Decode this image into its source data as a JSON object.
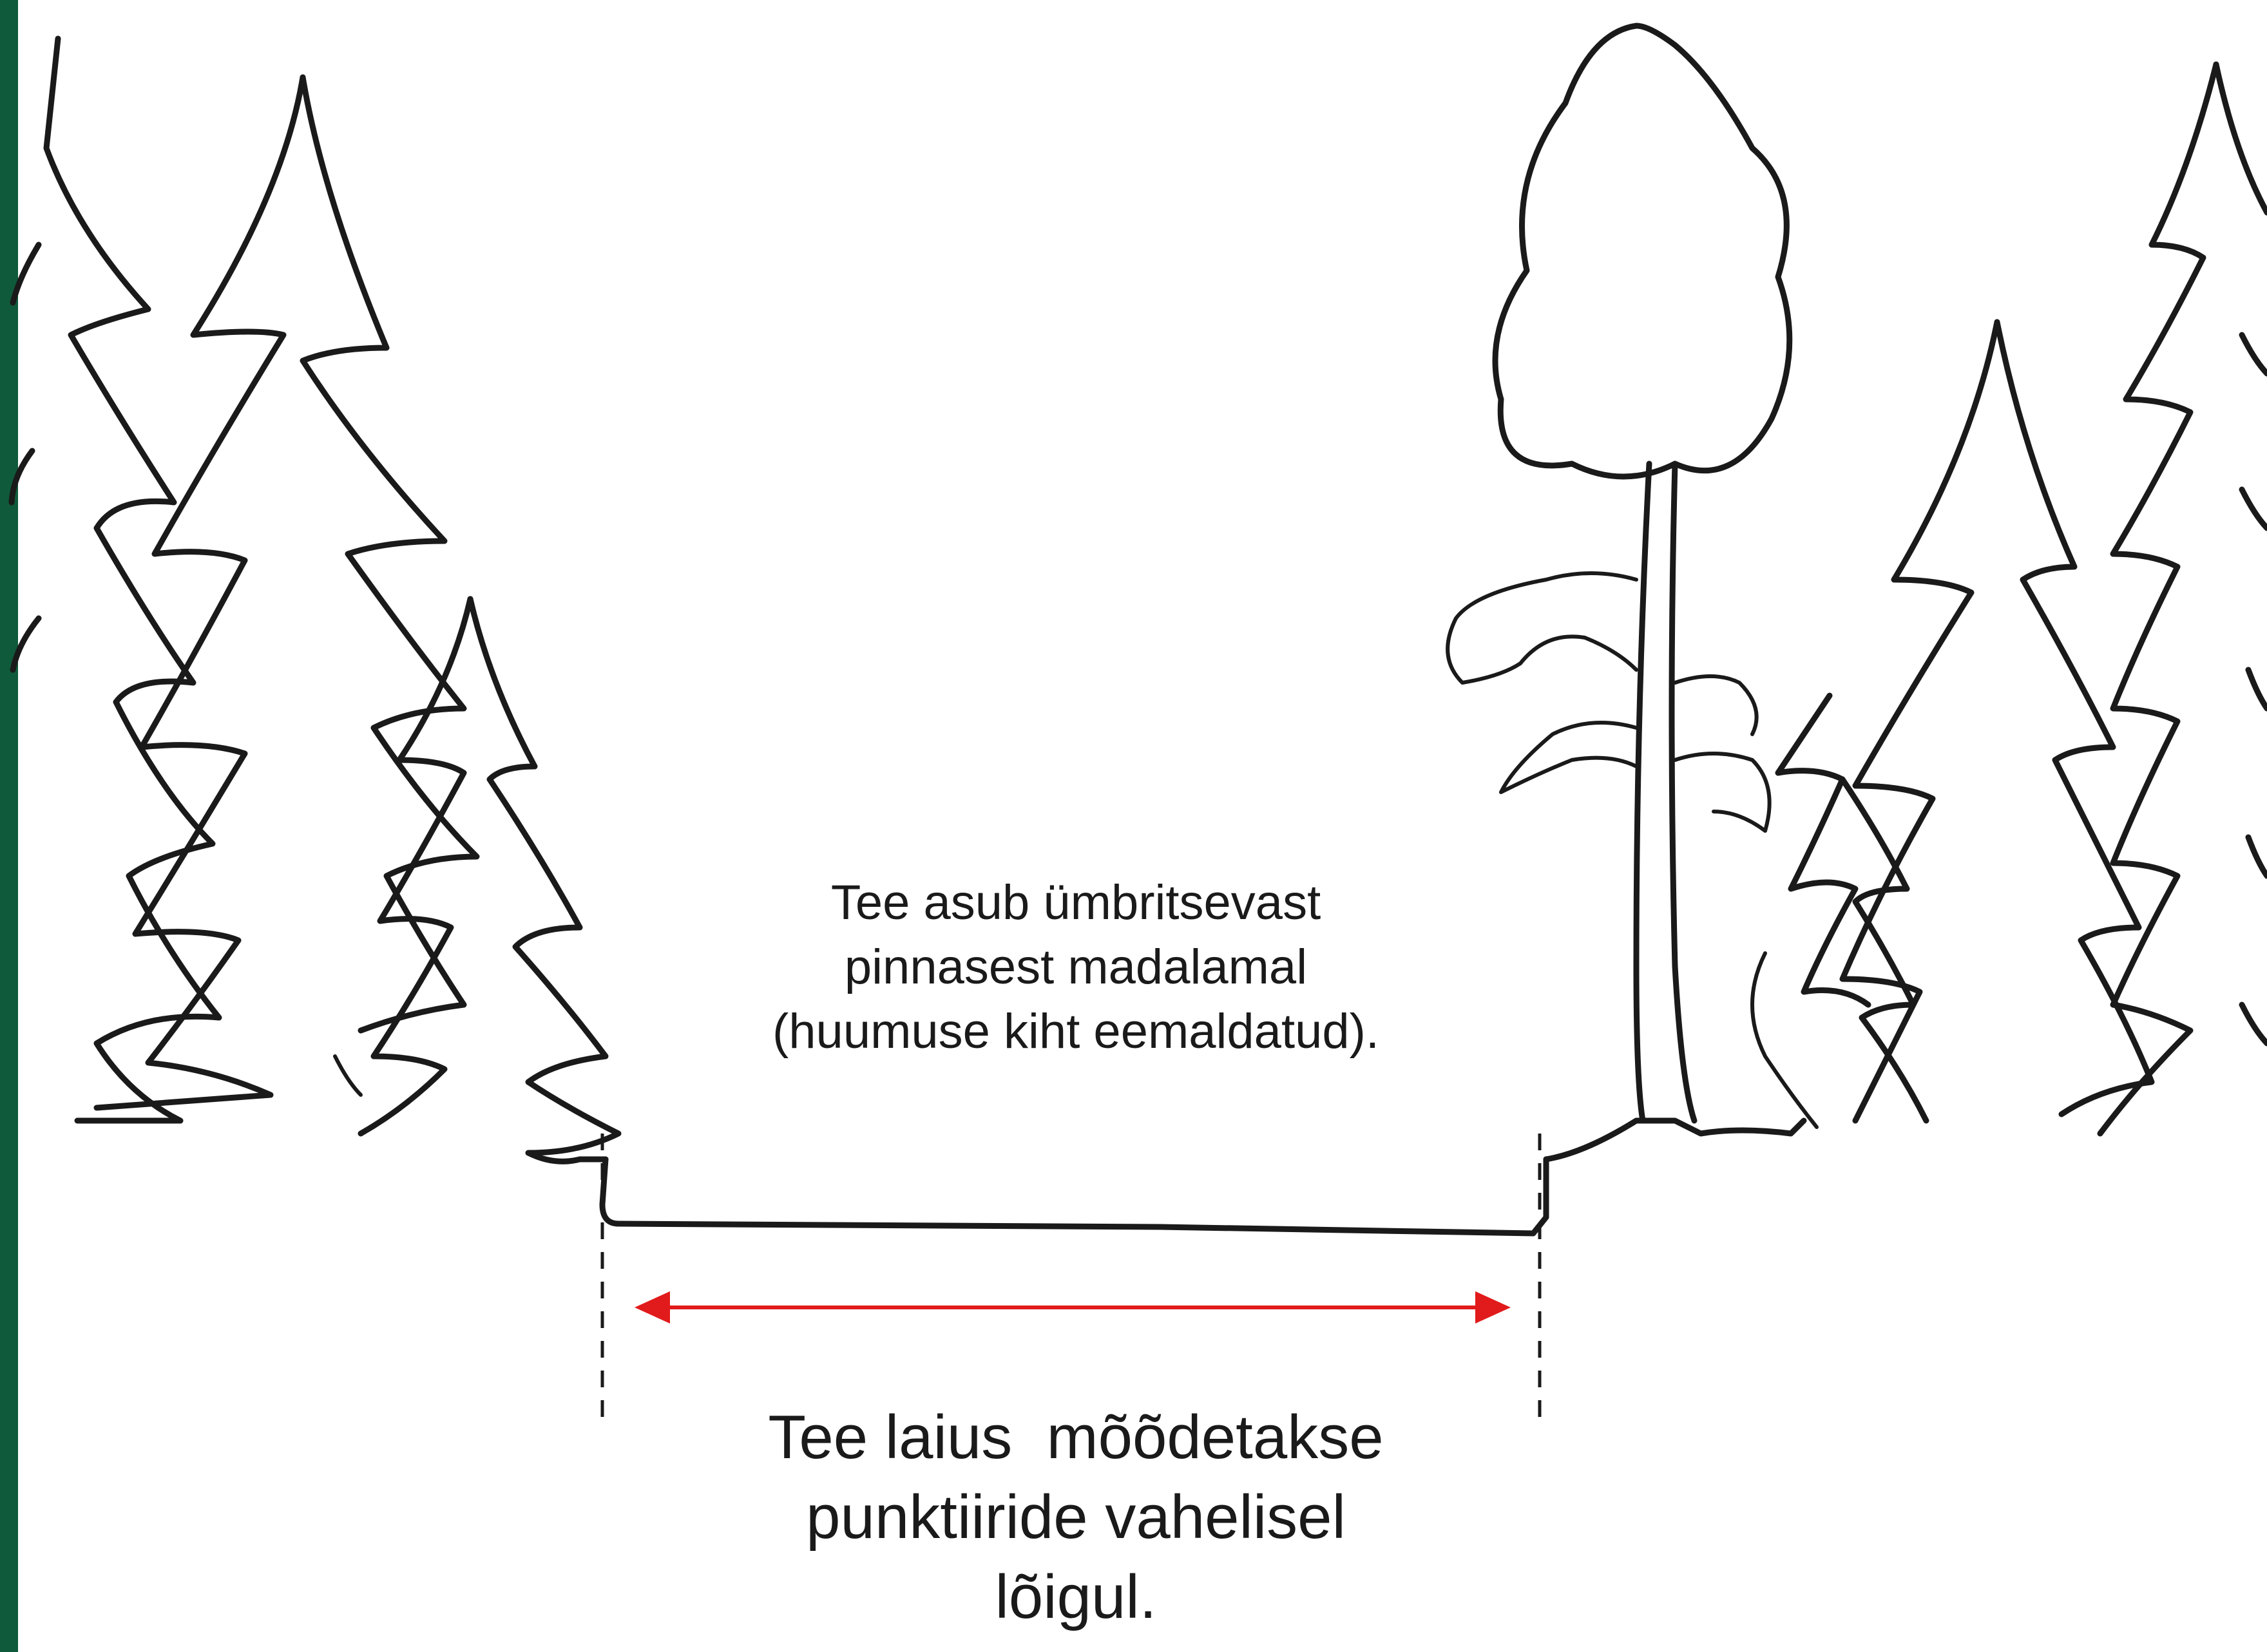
{
  "colors": {
    "slide_edge": "#0f5a3a",
    "ink": "#1a1a1a",
    "arrow": "#e11b1b",
    "background": "#ffffff"
  },
  "icons": [
    "spruce-tree-icon",
    "deciduous-tree-icon",
    "double-arrow-icon"
  ],
  "annotations": {
    "depression_note": [
      "Tee asub ümbritsevast",
      "pinnasest madalamal",
      "(huumuse kiht eemaldatud)."
    ],
    "width_note": [
      "Tee laius  mõõdetakse",
      "punktiiride vahelisel",
      "lõigul."
    ]
  }
}
